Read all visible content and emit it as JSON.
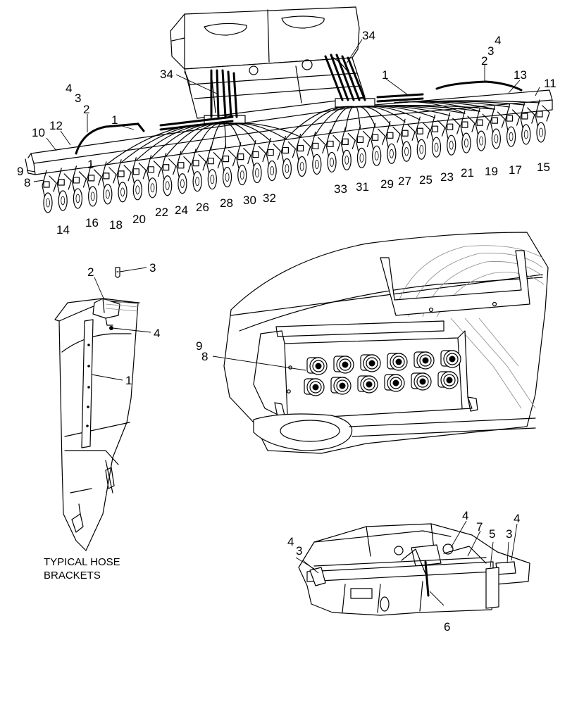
{
  "main_view": {
    "callouts": [
      {
        "id": "c34a",
        "text": "34"
      },
      {
        "id": "c34b",
        "text": "34"
      },
      {
        "id": "c1a",
        "text": "1"
      },
      {
        "id": "c1b",
        "text": "1"
      },
      {
        "id": "c1c",
        "text": "1"
      },
      {
        "id": "c2a",
        "text": "2"
      },
      {
        "id": "c2b",
        "text": "2"
      },
      {
        "id": "c3a",
        "text": "3"
      },
      {
        "id": "c3b",
        "text": "3"
      },
      {
        "id": "c4a",
        "text": "4"
      },
      {
        "id": "c4b",
        "text": "4"
      },
      {
        "id": "c13",
        "text": "13"
      },
      {
        "id": "c11",
        "text": "11"
      },
      {
        "id": "c10",
        "text": "10"
      },
      {
        "id": "c12",
        "text": "12"
      },
      {
        "id": "c9",
        "text": "9"
      },
      {
        "id": "c8",
        "text": "8"
      },
      {
        "id": "c14",
        "text": "14"
      },
      {
        "id": "c16",
        "text": "16"
      },
      {
        "id": "c18",
        "text": "18"
      },
      {
        "id": "c20",
        "text": "20"
      },
      {
        "id": "c22",
        "text": "22"
      },
      {
        "id": "c24",
        "text": "24"
      },
      {
        "id": "c26",
        "text": "26"
      },
      {
        "id": "c28",
        "text": "28"
      },
      {
        "id": "c30",
        "text": "30"
      },
      {
        "id": "c32",
        "text": "32"
      },
      {
        "id": "c33",
        "text": "33"
      },
      {
        "id": "c31",
        "text": "31"
      },
      {
        "id": "c29",
        "text": "29"
      },
      {
        "id": "c27",
        "text": "27"
      },
      {
        "id": "c25",
        "text": "25"
      },
      {
        "id": "c23",
        "text": "23"
      },
      {
        "id": "c21",
        "text": "21"
      },
      {
        "id": "c19",
        "text": "19"
      },
      {
        "id": "c17",
        "text": "17"
      },
      {
        "id": "c15",
        "text": "15"
      }
    ]
  },
  "bracket_view": {
    "callouts": [
      {
        "id": "b2",
        "text": "2"
      },
      {
        "id": "b3",
        "text": "3"
      },
      {
        "id": "b4",
        "text": "4"
      },
      {
        "id": "b1",
        "text": "1"
      }
    ],
    "caption_line1": "TYPICAL HOSE",
    "caption_line2": "BRACKETS"
  },
  "coupler_view": {
    "callouts": [
      {
        "id": "k9",
        "text": "9"
      },
      {
        "id": "k8",
        "text": "8"
      }
    ]
  },
  "mount_view": {
    "callouts": [
      {
        "id": "m4a",
        "text": "4"
      },
      {
        "id": "m3a",
        "text": "3"
      },
      {
        "id": "m4b",
        "text": "4"
      },
      {
        "id": "m7",
        "text": "7"
      },
      {
        "id": "m5",
        "text": "5"
      },
      {
        "id": "m3b",
        "text": "3"
      },
      {
        "id": "m4c",
        "text": "4"
      },
      {
        "id": "m6",
        "text": "6"
      }
    ]
  }
}
